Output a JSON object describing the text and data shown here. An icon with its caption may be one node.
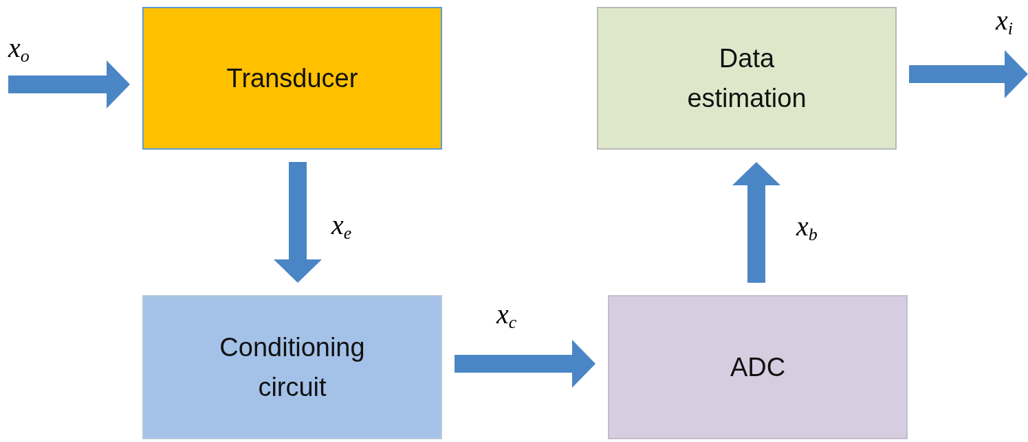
{
  "diagram": {
    "nodes": [
      {
        "text": [
          "Transducer"
        ]
      },
      {
        "text": [
          "Conditioning circuit"
        ]
      },
      {
        "text": [
          "ADC"
        ]
      },
      {
        "text": [
          "Data estimation"
        ]
      }
    ],
    "edges": [
      {
        "from": null,
        "to": 0,
        "arrow": "to",
        "label": "x$_{o}$"
      },
      {
        "from": 0,
        "to": 1,
        "arrow": "to",
        "label": "x$_{e}$"
      },
      {
        "from": 1,
        "to": 2,
        "arrow": "to",
        "label": "x$_{c}$"
      },
      {
        "from": 2,
        "to": 3,
        "arrow": "to",
        "label": "x$_{b}$"
      },
      {
        "from": 3,
        "to": null,
        "arrow": "to",
        "label": "x$_{i}$"
      }
    ]
  }
}
